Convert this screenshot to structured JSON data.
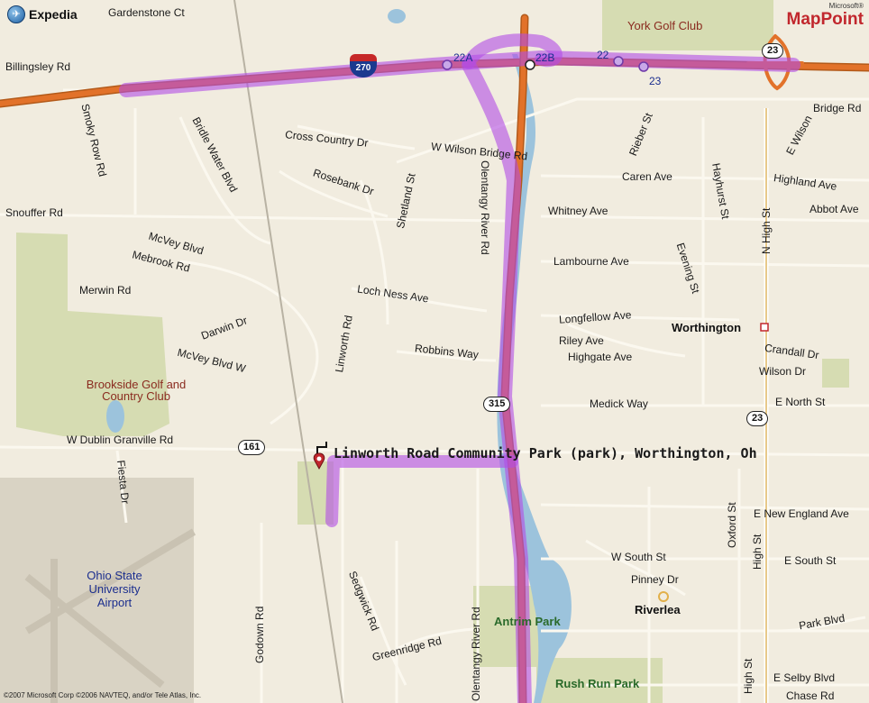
{
  "branding": {
    "expedia_logo_text": "Expedia",
    "mappoint_small": "Microsoft®",
    "mappoint_text": "MapPoint",
    "copyright": "©2007 Microsoft Corp ©2006 NAVTEQ, and/or Tele Atlas, Inc."
  },
  "destination_label": "Linworth Road Community Park (park), Worthington, Oh",
  "shields": {
    "i270": "270",
    "us23_north": "23",
    "us23_south": "23",
    "sr315": "315",
    "sr161": "161"
  },
  "exits": {
    "e22a": "22A",
    "e22b": "22B",
    "e22": "22",
    "e23": "23"
  },
  "streets": {
    "gardenstone": "Gardenstone Ct",
    "billingsley": "Billingsley Rd",
    "smoky_row": "Smoky Row Rd",
    "bridle_water": "Bridle Water Blvd",
    "cross_country": "Cross Country Dr",
    "w_wilson_bridge": "W Wilson Bridge Rd",
    "rieber": "Rieber St",
    "caren": "Caren Ave",
    "hayhurst": "Hayhurst St",
    "bridge_rd": "Bridge Rd",
    "e_wilson": "E Wilson",
    "highland": "Highland Ave",
    "abbot": "Abbot Ave",
    "rosebank": "Rosebank Dr",
    "shetland": "Shetland St",
    "olentangy_north": "Olentangy River Rd",
    "whitney": "Whitney Ave",
    "n_high": "N High St",
    "snouffer": "Snouffer Rd",
    "mcvey_blvd": "McVey Blvd",
    "mebrook": "Mebrook Rd",
    "merwin": "Merwin Rd",
    "lambourne": "Lambourne Ave",
    "evening": "Evening St",
    "loch_ness": "Loch Ness Ave",
    "linworth": "Linworth Rd",
    "longfellow": "Longfellow Ave",
    "riley": "Riley Ave",
    "highgate": "Highgate Ave",
    "darwin": "Darwin Dr",
    "mcvey_blvd_w": "McVey Blvd W",
    "robbins": "Robbins Way",
    "crandall": "Crandall Dr",
    "wilson_dr": "Wilson Dr",
    "medick": "Medick Way",
    "e_north": "E North St",
    "w_dublin_granville": "W Dublin Granville Rd",
    "fiesta": "Fiesta Dr",
    "oxford": "Oxford St",
    "e_new_england": "E New England Ave",
    "w_south": "W South St",
    "e_south": "E South St",
    "high_st": "High St",
    "pinney": "Pinney Dr",
    "godown": "Godown Rd",
    "sedgwick": "Sedgwick Rd",
    "greenridge": "Greenridge Rd",
    "olentangy_south": "Olentangy River Rd",
    "park_blvd": "Park Blvd",
    "high_st_south": "High St",
    "e_selby": "E Selby Blvd",
    "chase": "Chase Rd"
  },
  "places": {
    "york_golf": "York Golf Club",
    "brookside": "Brookside Golf and Country Club",
    "worthington": "Worthington",
    "riverlea": "Riverlea",
    "osu_airport": "Ohio State University Airport",
    "antrim": "Antrim Park",
    "rush_run": "Rush Run Park"
  },
  "colors": {
    "background": "#f1ecdf",
    "park_green": "#d6dcb2",
    "water": "#9cc3dc",
    "highway": "#e2722a",
    "route": "#b24ce6"
  }
}
